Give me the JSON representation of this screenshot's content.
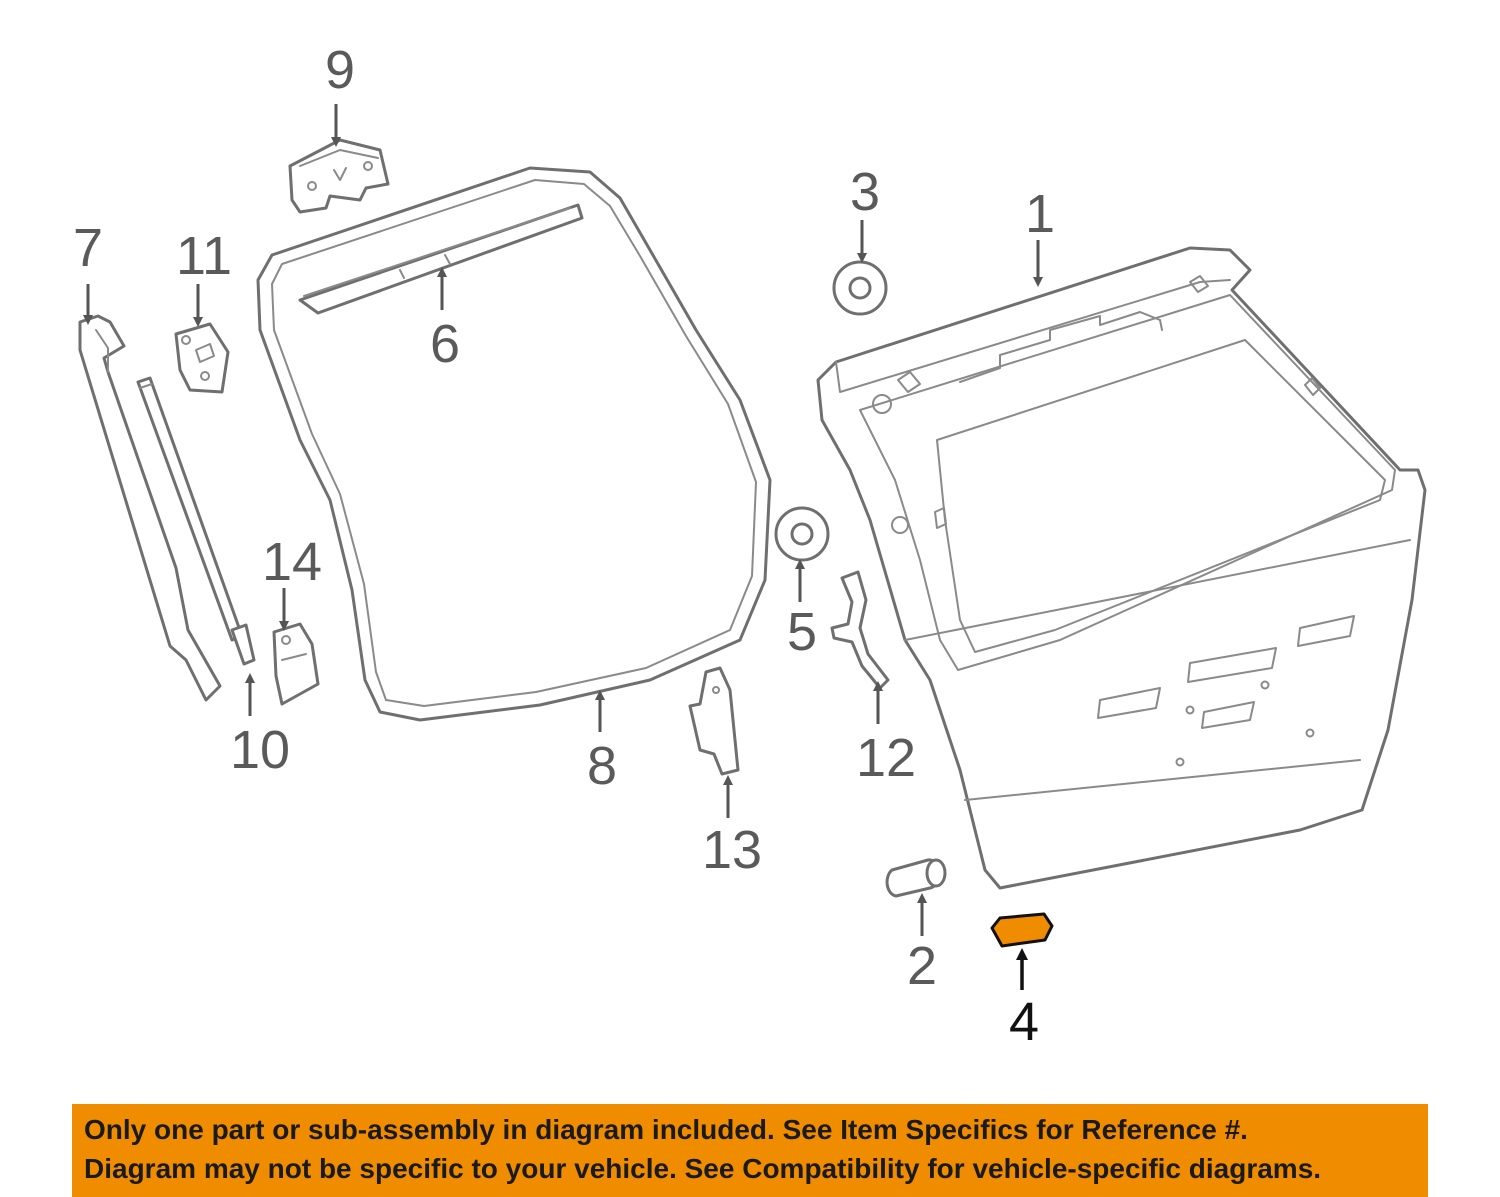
{
  "callouts": {
    "c1": "1",
    "c2": "2",
    "c3": "3",
    "c4": "4",
    "c5": "5",
    "c6": "6",
    "c7": "7",
    "c8": "8",
    "c9": "9",
    "c10": "10",
    "c11": "11",
    "c12": "12",
    "c13": "13",
    "c14": "14"
  },
  "highlighted_part": "4",
  "colors": {
    "highlight": "#f08c00",
    "line": "#6f6f6f",
    "banner": "#f08c00"
  },
  "banner": {
    "line1": "Only one part or sub-assembly in diagram included. See Item Specifics for Reference #.",
    "line2": "Diagram may not be specific to your vehicle. See Compatibility for vehicle-specific diagrams."
  }
}
